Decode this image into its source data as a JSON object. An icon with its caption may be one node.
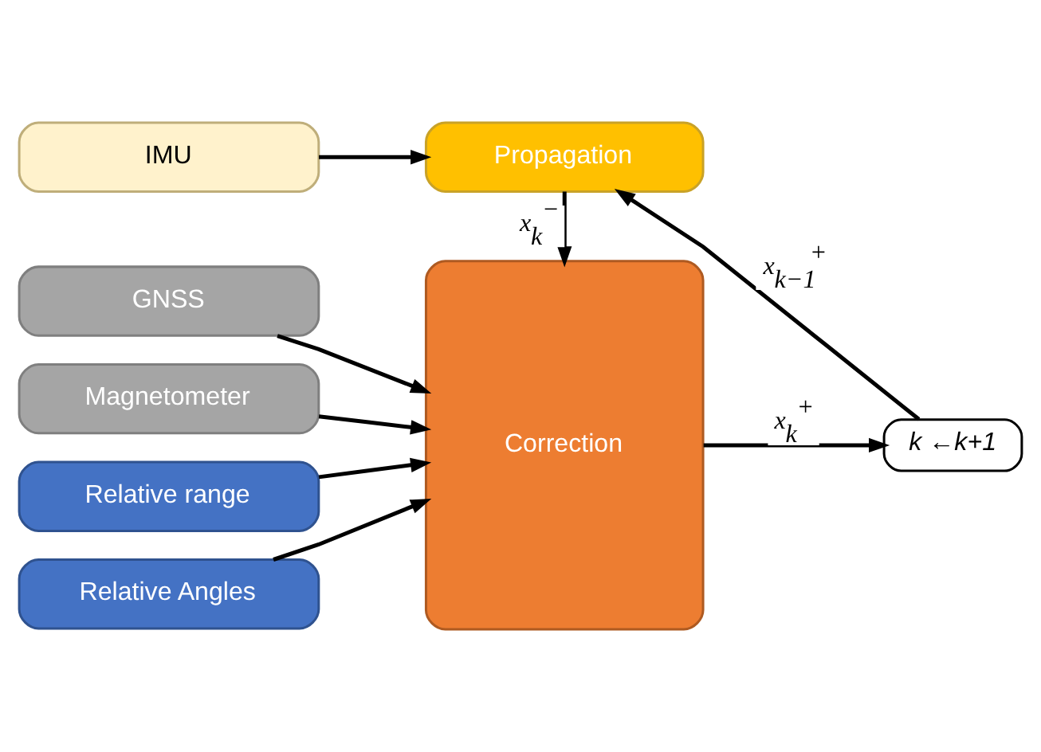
{
  "diagram": {
    "nodes": [
      {
        "text": [
          "IMU"
        ]
      },
      {
        "text": [
          "Propagation"
        ]
      },
      {
        "text": [
          "GNSS"
        ]
      },
      {
        "text": [
          "Magnetometer"
        ]
      },
      {
        "text": [
          "Relative range"
        ]
      },
      {
        "text": [
          "Relative Angles"
        ]
      },
      {
        "text": [
          "Correction"
        ]
      },
      {
        "text": [
          "k ←k+1"
        ]
      }
    ],
    "edges": [
      {
        "from": 0,
        "to": 1,
        "arrow": "to"
      },
      {
        "from": 1,
        "to": 6,
        "arrow": "to",
        "label": "x$_{k}$$^{−}$"
      },
      {
        "from": 2,
        "to": 6,
        "arrow": "to"
      },
      {
        "from": 3,
        "to": 6,
        "arrow": "to"
      },
      {
        "from": 4,
        "to": 6,
        "arrow": "to"
      },
      {
        "from": 5,
        "to": 6,
        "arrow": "to"
      },
      {
        "from": 6,
        "to": 7,
        "arrow": "to",
        "label": "x$_{k}$$^{+}$"
      },
      {
        "from": 7,
        "to": 1,
        "arrow": "to",
        "label": "x$_{k−1}$$^{+}$"
      }
    ]
  }
}
